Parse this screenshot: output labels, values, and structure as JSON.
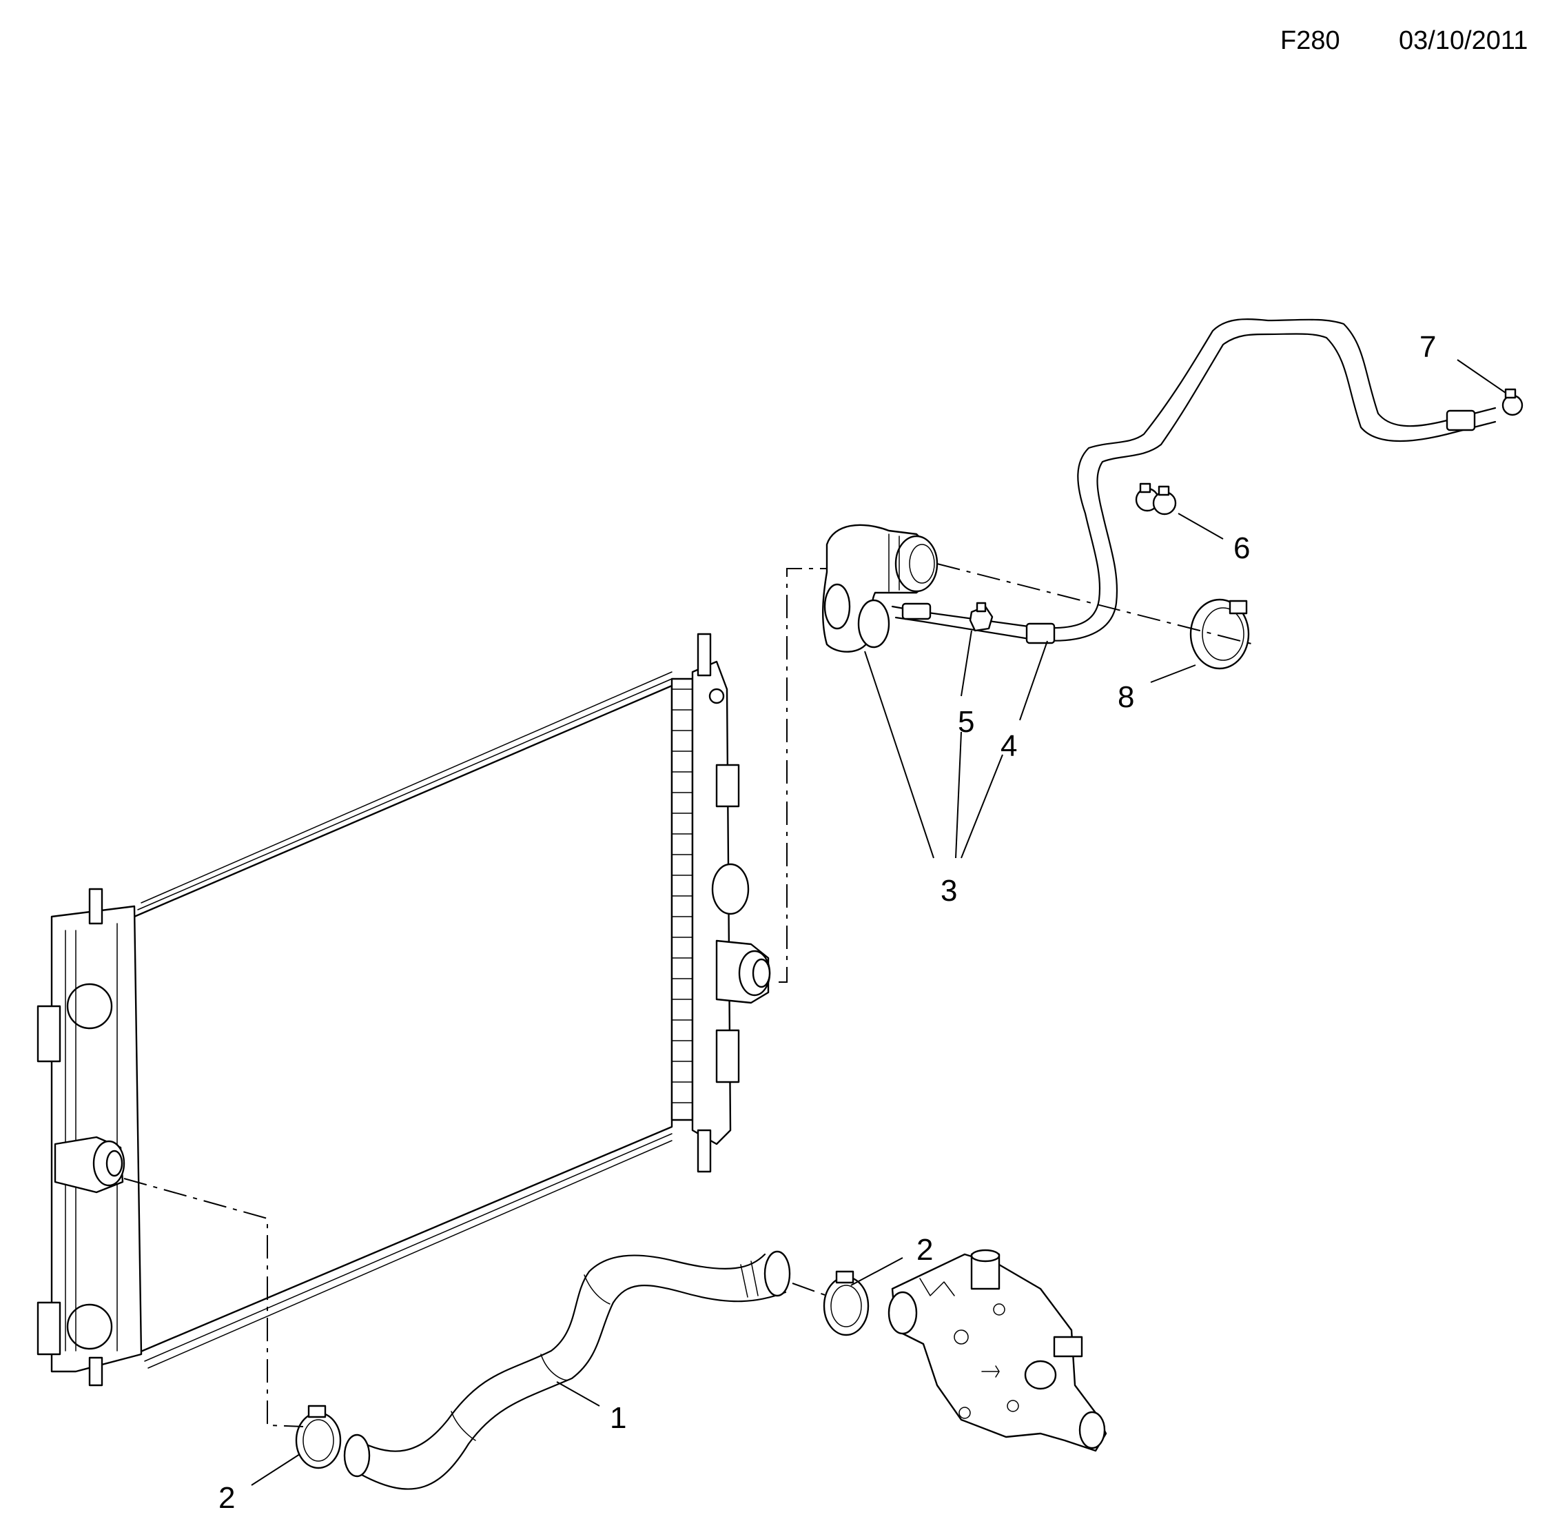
{
  "header": {
    "code": "F280",
    "date": "03/10/2011"
  },
  "callouts": [
    "1",
    "2",
    "2",
    "3",
    "4",
    "5",
    "6",
    "7",
    "8"
  ]
}
